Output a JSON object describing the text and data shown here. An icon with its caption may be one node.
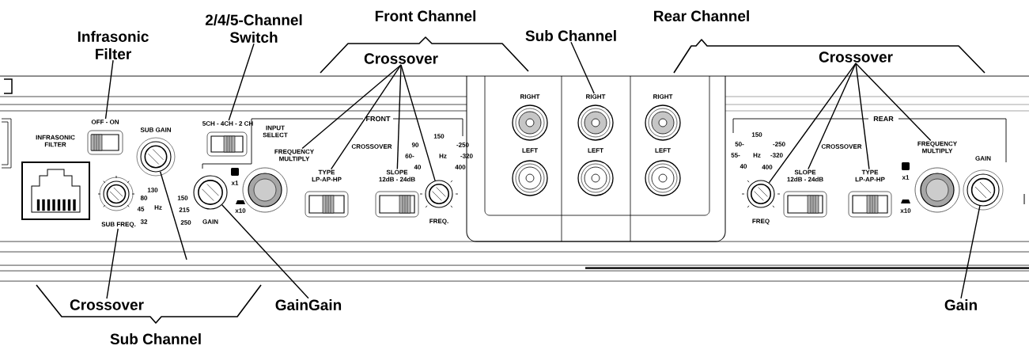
{
  "diagram": {
    "nodes": [
      {
        "text": [
          "Infrasonic Filter"
        ]
      },
      {
        "text": [
          "2/4/5-Channel Switch"
        ]
      },
      {
        "text": [
          "Front Channel"
        ]
      },
      {
        "text": [
          "Crossover"
        ]
      },
      {
        "text": [
          "Sub Channel"
        ]
      },
      {
        "text": [
          "Rear Channel"
        ]
      },
      {
        "text": [
          "Crossover"
        ]
      },
      {
        "text": [
          "OFF - ON"
        ]
      },
      {
        "text": [
          "5CH - 4CH - 2 CH"
        ]
      },
      {
        "text": [
          "RIGHT"
        ]
      },
      {
        "text": [
          "FREQUENCY MULTIPLY"
        ]
      },
      {
        "text": [],
        "shape": "circle",
        "beside": [
          "SUB GAIN"
        ]
      },
      {
        "text": [
          "TYPE",
          "LP-AP-HP"
        ]
      },
      {
        "text": [
          "SLOPE",
          "12dB - 24dB"
        ]
      },
      {
        "text": [],
        "shape": "circle",
        "beside": [
          "FREQ."
        ]
      },
      {
        "text": [],
        "shape": "circle",
        "beside": [
          "FREQ"
        ]
      },
      {
        "text": [
          "SLOPE",
          "12dB - 24dB"
        ]
      },
      {
        "text": [
          "TYPE",
          "LP-AP-HP"
        ]
      },
      {
        "text": [
          "FREQUENCY MULTIPLY"
        ]
      },
      {
        "text": [],
        "shape": "circle",
        "beside": [
          "GAIN"
        ]
      },
      {
        "text": [],
        "shape": "circle",
        "beside": [
          "GAIN"
        ]
      },
      {
        "text": [
          "SUB FREQ."
        ]
      },
      {
        "text": [
          "Crossover"
        ]
      },
      {
        "text": [
          "GainGain"
        ]
      },
      {
        "text": [
          "Gain"
        ]
      },
      {
        "text": [
          "Sub Channel"
        ]
      }
    ],
    "edges": [
      {
        "from": 0,
        "to": 7,
        "arrow": "none"
      },
      {
        "from": 1,
        "to": 8,
        "arrow": "none"
      },
      {
        "from": 3,
        "to": 10,
        "arrow": "none"
      },
      {
        "from": 3,
        "to": 12,
        "arrow": "none"
      },
      {
        "from": 3,
        "to": 13,
        "arrow": "none"
      },
      {
        "from": 3,
        "to": 14,
        "arrow": "none"
      },
      {
        "from": 4,
        "to": 9,
        "arrow": "none"
      },
      {
        "from": 6,
        "to": 15,
        "arrow": "none"
      },
      {
        "from": 6,
        "to": 16,
        "arrow": "none"
      },
      {
        "from": 6,
        "to": 17,
        "arrow": "none"
      },
      {
        "from": 6,
        "to": 18,
        "arrow": "none"
      },
      {
        "from": 22,
        "to": 21,
        "arrow": "none"
      },
      {
        "from": null,
        "to": 11,
        "arrow": "none"
      },
      {
        "from": 23,
        "to": 19,
        "arrow": "none"
      },
      {
        "from": 24,
        "to": 20,
        "arrow": "none"
      }
    ],
    "labels": [
      "INFRASONIC FILTER",
      "INPUT SELECT",
      "FRONT",
      "CROSSOVER",
      "150",
      "90",
      "-250",
      "60-",
      "Hz",
      "-320",
      "40",
      "400",
      "RIGHT",
      "RIGHT",
      "LEFT",
      "LEFT",
      "LEFT",
      "REAR",
      "150",
      "50-",
      "-250",
      "55-",
      "Hz",
      "-320",
      "40",
      "400",
      "CROSSOVER",
      "x1",
      "x10",
      "x1",
      "x10",
      "80",
      "45",
      "32",
      "130",
      "Hz",
      "150",
      "215",
      "250"
    ]
  }
}
